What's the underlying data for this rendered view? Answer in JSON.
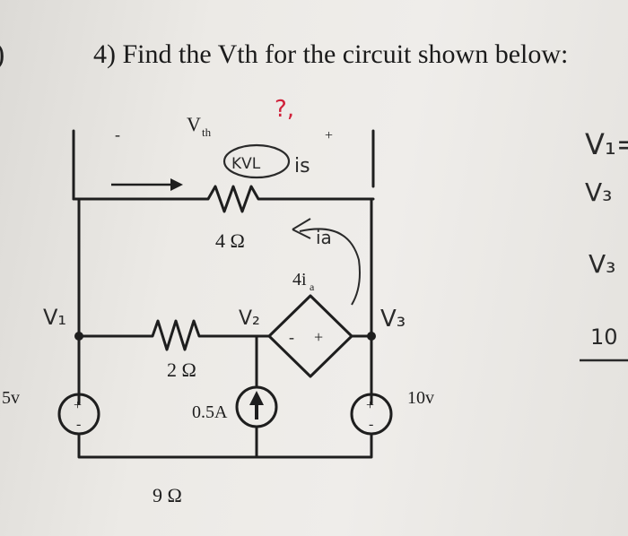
{
  "question": {
    "number_prefix": "4)",
    "title": "Find the Vth for the circuit shown below:",
    "left_paren": ")"
  },
  "circuit": {
    "labels": {
      "vth": "V",
      "vth_sub": "th",
      "r_top": "4 Ω",
      "r_mid": "2 Ω",
      "r_bottom": "9 Ω",
      "dep_source": "4i",
      "dep_sub": "a",
      "dep_minus": "-",
      "dep_plus": "+",
      "current_source": "0.5A",
      "src_left_value": "5v",
      "src_right_value": "10v",
      "src_plus": "+",
      "src_minus": "-",
      "terminal_minus": "-",
      "terminal_plus": "+"
    },
    "handwritten": {
      "v1": "V₁",
      "v2": "V₂",
      "v3": "V₃",
      "kvl": "KVL",
      "is": "is",
      "ia": "ia",
      "question_mark": "?,",
      "margin_v1": "V₁=",
      "margin_v3a": "V₃",
      "margin_v3b": "V₃",
      "margin_num": "10"
    },
    "colors": {
      "ink": "#1e1e1e",
      "pen": "#2a2a2a",
      "red_pen": "#d0213a"
    }
  }
}
